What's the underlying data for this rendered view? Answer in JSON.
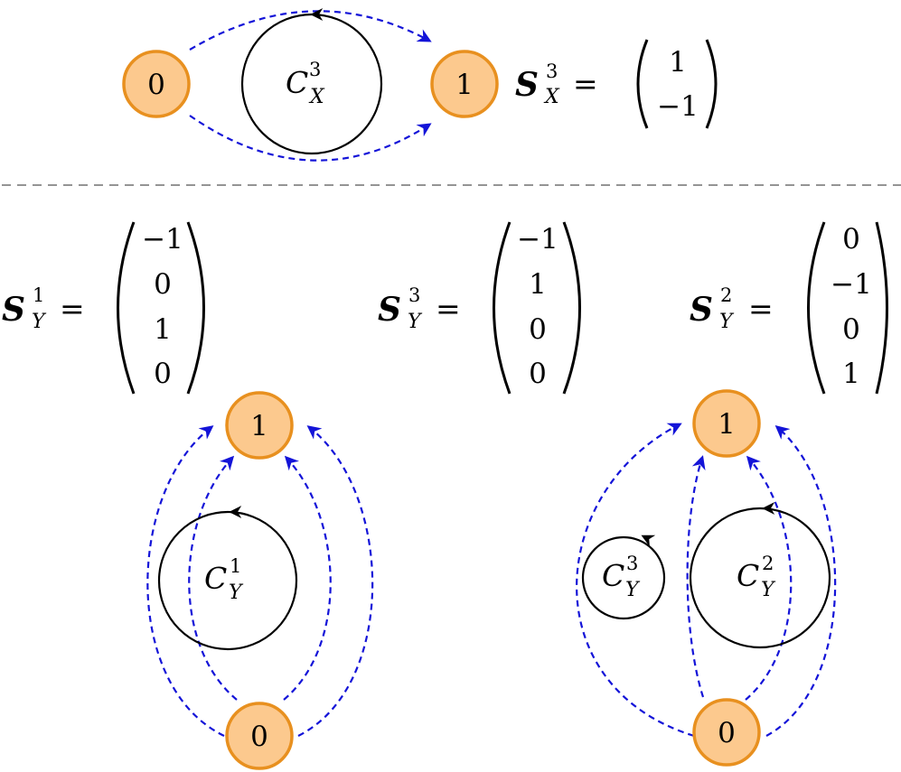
{
  "top": {
    "nodes": {
      "left": "0",
      "right": "1"
    },
    "cycle": {
      "symbol": "C",
      "superscript": "3",
      "subscript": "X"
    },
    "vector": {
      "symbol": "S",
      "superscript": "3",
      "subscript": "X",
      "equals": "=",
      "entries": [
        "1",
        "−1"
      ]
    }
  },
  "bottom_left": {
    "vector": {
      "symbol": "S",
      "superscript": "1",
      "subscript": "Y",
      "equals": "=",
      "entries": [
        "−1",
        "0",
        "1",
        "0"
      ]
    },
    "nodes": {
      "top": "1",
      "bottom": "0"
    },
    "cycle": {
      "symbol": "C",
      "superscript": "1",
      "subscript": "Y"
    }
  },
  "bottom_middle": {
    "vector": {
      "symbol": "S",
      "superscript": "3",
      "subscript": "Y",
      "equals": "=",
      "entries": [
        "−1",
        "1",
        "0",
        "0"
      ]
    }
  },
  "bottom_right": {
    "vector": {
      "symbol": "S",
      "superscript": "2",
      "subscript": "Y",
      "equals": "=",
      "entries": [
        "0",
        "−1",
        "0",
        "1"
      ]
    },
    "nodes": {
      "top": "1",
      "bottom": "0"
    },
    "cycles": [
      {
        "symbol": "C",
        "superscript": "3",
        "subscript": "Y"
      },
      {
        "symbol": "C",
        "superscript": "2",
        "subscript": "Y"
      }
    ]
  },
  "colors": {
    "node_fill": "#fcc98e",
    "node_stroke": "#e8901f",
    "dashed_arrow": "#1414d8",
    "cycle": "#000000"
  }
}
